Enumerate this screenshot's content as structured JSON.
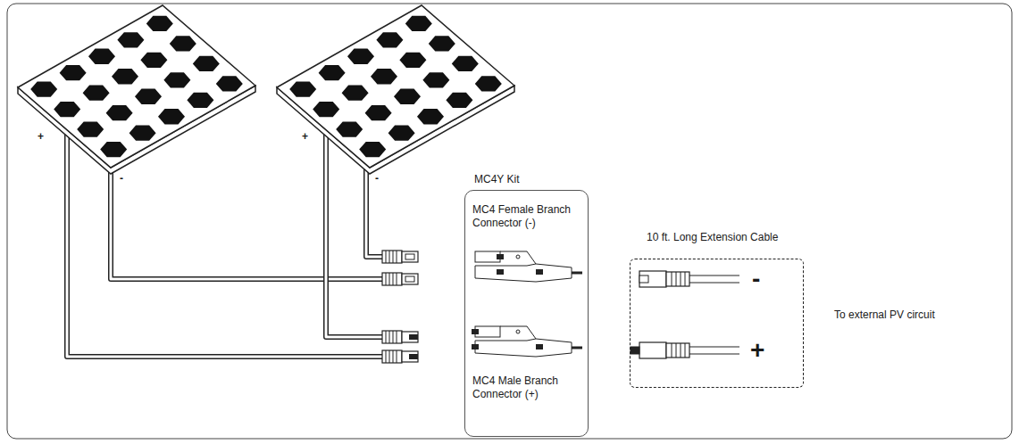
{
  "diagram": {
    "nodes": [
      {
        "text": [
          "MC4Y Kit",
          "MC4 Female Branch Connector (-)",
          "MC4 Male Branch Connector (+)"
        ]
      },
      {
        "text": [
          "10 ft. Long Extension Cable",
          "-",
          "+"
        ]
      }
    ],
    "labels": [
      "+",
      "-",
      "+",
      "-",
      "To external PV circuit"
    ]
  }
}
